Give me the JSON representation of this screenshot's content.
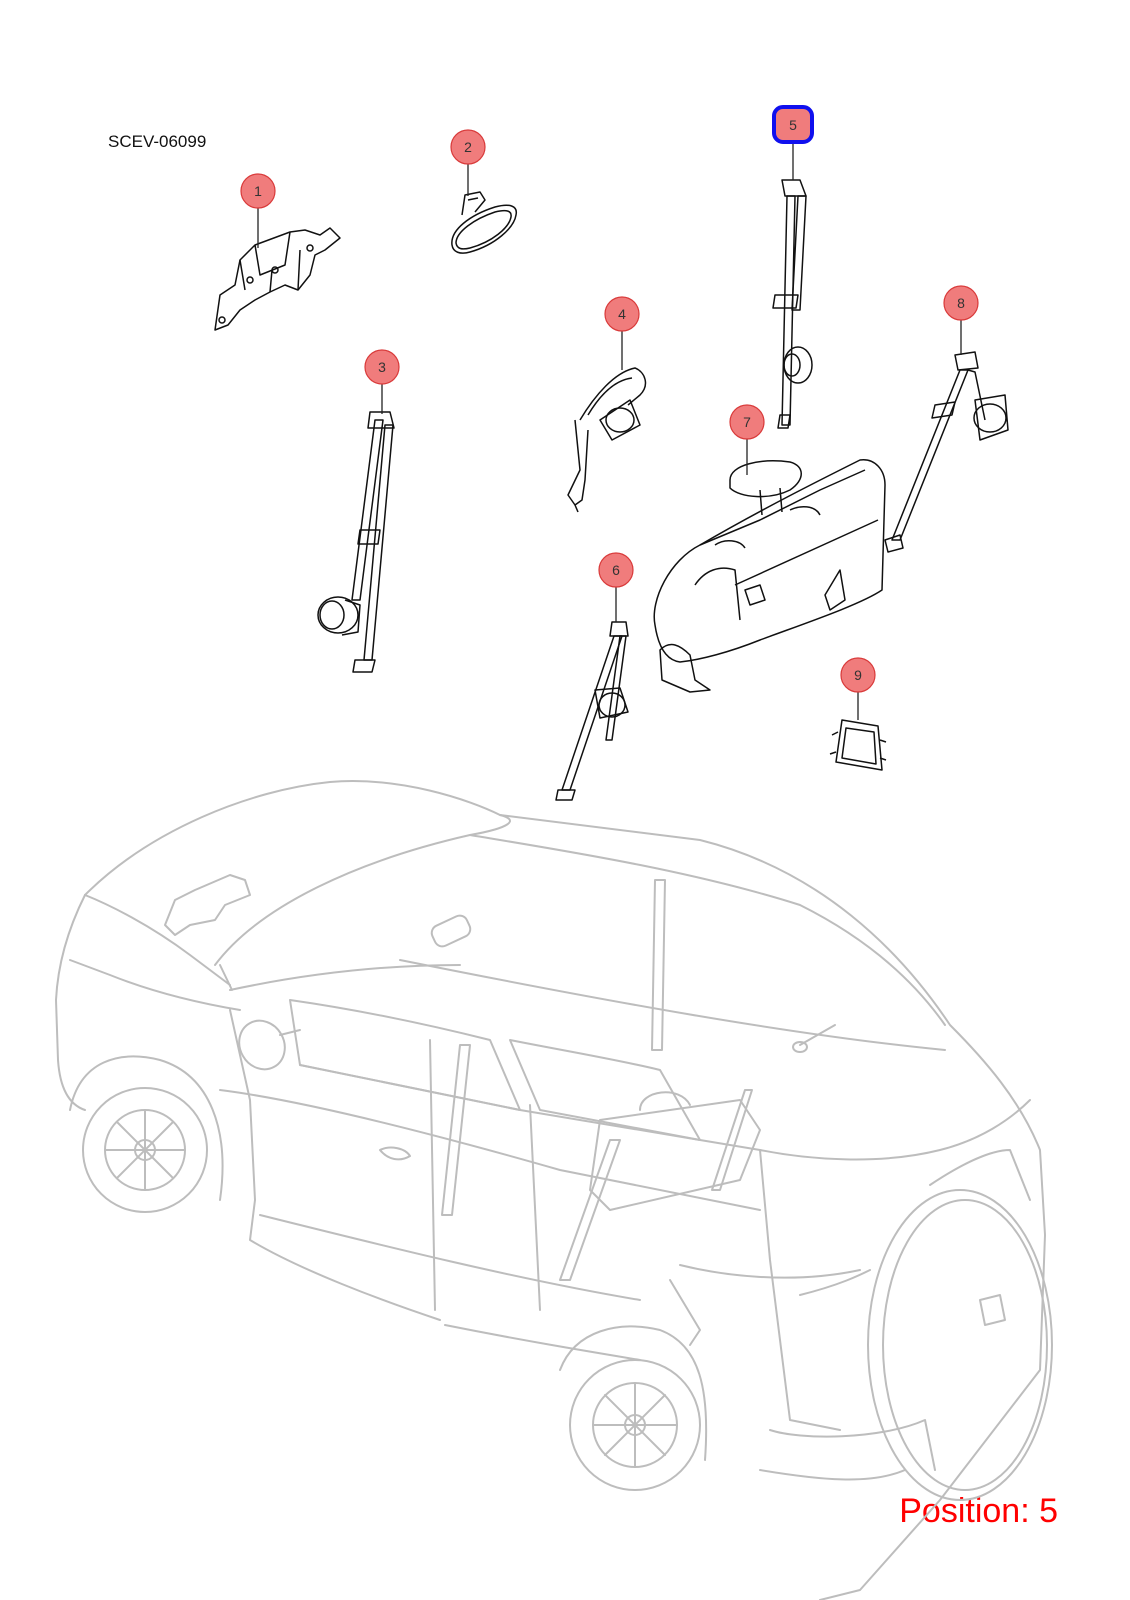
{
  "diagram_code": "SCEV-06099",
  "position_label": "Position: 5",
  "selected_callout": "5",
  "colors": {
    "callout_fill": "#f07c7c",
    "callout_stroke": "#d93a3a",
    "selected_outline": "#1010ee",
    "part_line": "#111111",
    "vehicle_line": "#bdbdbd",
    "position_text": "#ff0000"
  },
  "callouts": [
    {
      "id": "1",
      "label": "1"
    },
    {
      "id": "2",
      "label": "2"
    },
    {
      "id": "3",
      "label": "3"
    },
    {
      "id": "4",
      "label": "4"
    },
    {
      "id": "5",
      "label": "5"
    },
    {
      "id": "6",
      "label": "6"
    },
    {
      "id": "7",
      "label": "7"
    },
    {
      "id": "8",
      "label": "8"
    },
    {
      "id": "9",
      "label": "9"
    }
  ]
}
